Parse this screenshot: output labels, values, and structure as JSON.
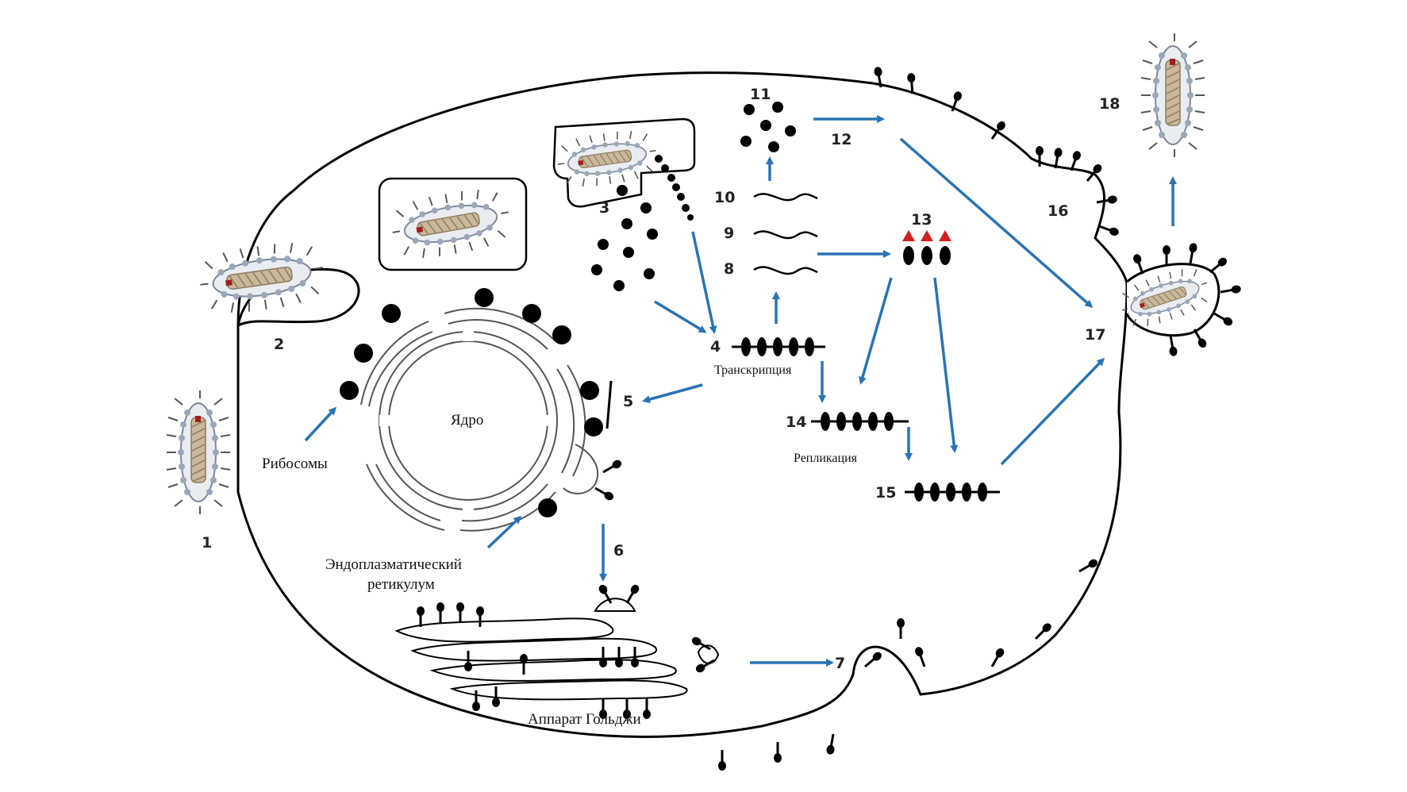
{
  "numbers": {
    "n1": "1",
    "n2": "2",
    "n3": "3",
    "n4": "4",
    "n5": "5",
    "n6": "6",
    "n7": "7",
    "n8": "8",
    "n9": "9",
    "n10": "10",
    "n11": "11",
    "n12": "12",
    "n13": "13",
    "n14": "14",
    "n15": "15",
    "n16": "16",
    "n17": "17",
    "n18": "18"
  },
  "labels": {
    "nucleus": "Ядро",
    "ribosomes": "Рибосомы",
    "er_line1": "Эндоплазматический",
    "er_line2": "ретикулум",
    "golgi": "Аппарат Гольджи",
    "transcription": "Транскрипция",
    "replication": "Репликация"
  },
  "colors": {
    "arrow": "#2a73b5",
    "capsid": "#c9b99a",
    "envelope": "#a9b6c6",
    "protein_tip": "#d0201f"
  },
  "icons": [
    "virion-icon",
    "ribosome-icon",
    "glycoprotein-icon",
    "rna-strand-icon"
  ]
}
